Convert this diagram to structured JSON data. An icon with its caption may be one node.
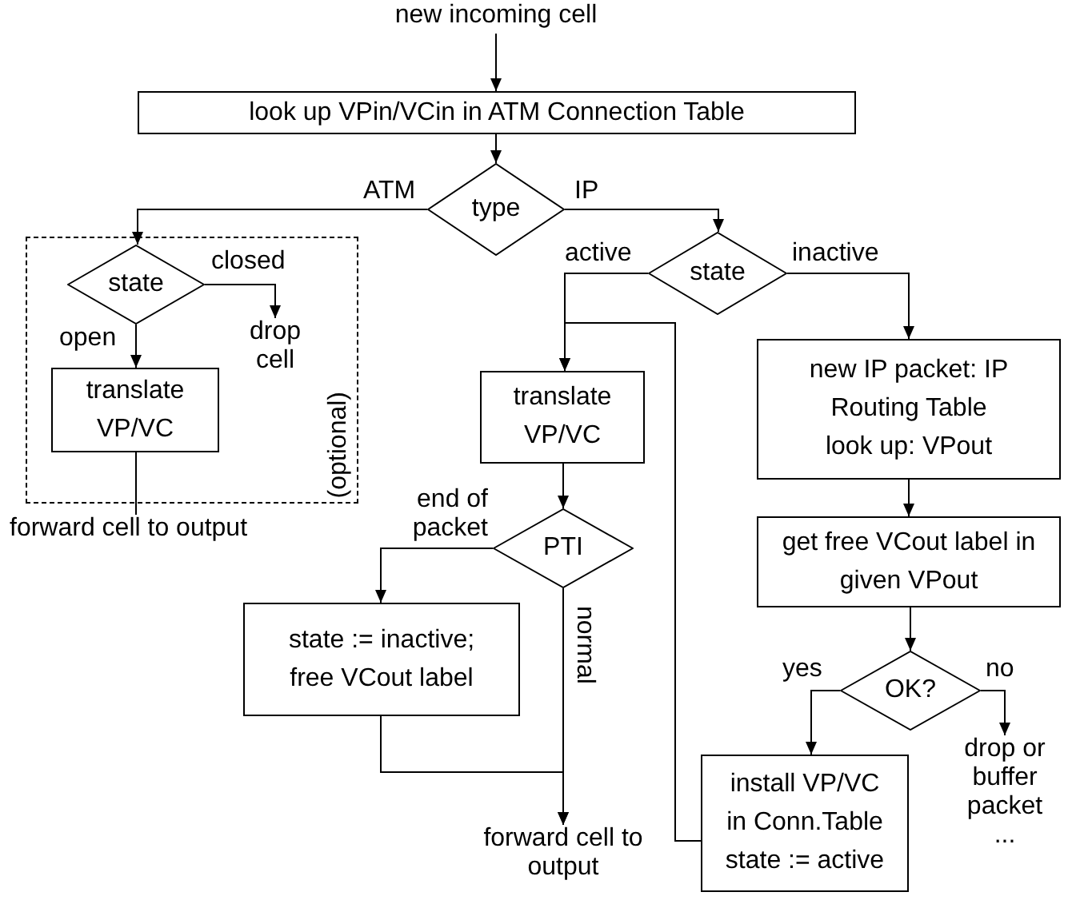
{
  "diagram": {
    "nodes": [
      {
        "text": [
          "new incoming cell"
        ]
      },
      {
        "text": [
          "look up VPin/VCin in ATM Connection Table"
        ]
      },
      {
        "text": [
          "type"
        ]
      },
      {
        "text": [
          "(optional)"
        ]
      },
      {
        "text": [
          "state"
        ],
        "in": 3
      },
      {
        "text": [
          "drop cell"
        ],
        "in": 3
      },
      {
        "text": [
          "translate VP/VC"
        ],
        "in": 3
      },
      {
        "text": [
          "forward cell to output"
        ]
      },
      {
        "text": [
          "state"
        ]
      },
      {
        "text": [
          "translate VP/VC"
        ]
      },
      {
        "text": [
          "new IP packet: IP Routing Table look up: VPout"
        ]
      },
      {
        "text": [
          "PTI"
        ]
      },
      {
        "text": [
          "get free VCout label in given VPout"
        ]
      },
      {
        "text": [
          "state := inactive; free VCout label"
        ]
      },
      {
        "text": [
          "OK?"
        ]
      },
      {
        "text": [
          "install VP/VC in Conn.Table state := active"
        ]
      },
      {
        "text": [
          "drop or buffer packet ..."
        ]
      },
      {
        "text": [
          "forward cell to output"
        ]
      }
    ],
    "edges": [
      {
        "from": 0,
        "to": 1,
        "arrow": "to"
      },
      {
        "from": 1,
        "to": 2,
        "arrow": "to"
      },
      {
        "from": 2,
        "to": 4,
        "arrow": "to",
        "label": "ATM"
      },
      {
        "from": 2,
        "to": 8,
        "arrow": "to",
        "label": "IP"
      },
      {
        "from": 4,
        "to": 5,
        "arrow": "to",
        "label": "closed"
      },
      {
        "from": 4,
        "to": 6,
        "arrow": "to",
        "label": "open"
      },
      {
        "from": 6,
        "to": 7,
        "arrow": "none"
      },
      {
        "from": 8,
        "to": 9,
        "arrow": "to",
        "label": "active"
      },
      {
        "from": 8,
        "to": 10,
        "arrow": "to",
        "label": "inactive"
      },
      {
        "from": 9,
        "to": 11,
        "arrow": "to"
      },
      {
        "from": 11,
        "to": 13,
        "arrow": "to",
        "label": "end of packet"
      },
      {
        "from": 11,
        "to": 17,
        "arrow": "to",
        "label": "normal"
      },
      {
        "from": 13,
        "to": 17,
        "arrow": "to"
      },
      {
        "from": 10,
        "to": 12,
        "arrow": "to"
      },
      {
        "from": 12,
        "to": 14,
        "arrow": "to"
      },
      {
        "from": 14,
        "to": 15,
        "arrow": "to",
        "label": "yes"
      },
      {
        "from": 14,
        "to": 16,
        "arrow": "to",
        "label": "no"
      },
      {
        "from": 15,
        "to": 9,
        "arrow": "to"
      }
    ]
  }
}
